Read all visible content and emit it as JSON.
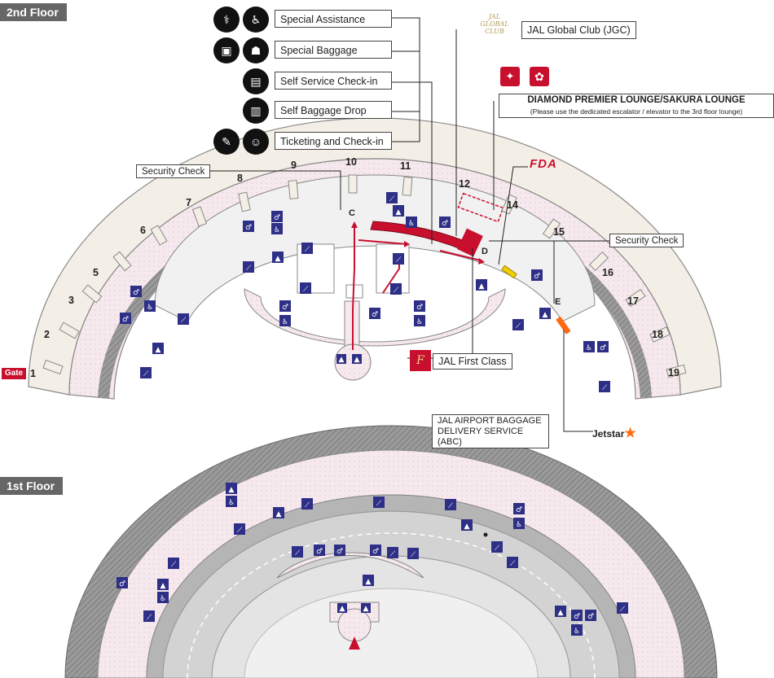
{
  "floors": {
    "second": {
      "label": "2nd Floor"
    },
    "first": {
      "label": "1st Floor"
    }
  },
  "legend": [
    {
      "label": "Special Assistance",
      "icons": [
        "wheelchair-icon",
        "assisted-walking-icon"
      ]
    },
    {
      "label": "Special Baggage",
      "icons": [
        "baggage-icon",
        "person-with-baggage-icon"
      ]
    },
    {
      "label": "Self Service Check-in",
      "icons": [
        "kiosk-icon"
      ]
    },
    {
      "label": "Self Baggage Drop",
      "icons": [
        "suitcase-icon"
      ]
    },
    {
      "label": "Ticketing and Check-in",
      "icons": [
        "ticket-icon",
        "check-in-counter-icon"
      ]
    }
  ],
  "labels": {
    "jgc": "JAL Global Club (JGC)",
    "jgc_logo": "JAL GLOBAL CLUB",
    "lounge_title": "DIAMOND PREMIER LOUNGE/SAKURA LOUNGE",
    "lounge_note": "(Please use the dedicated escalator / elevator to the 3rd floor lounge)",
    "security_left": "Security Check",
    "security_right": "Security Check",
    "first_class": "JAL First Class",
    "baggage_line1": "JAL AIRPORT BAGGAGE",
    "baggage_line2": "DELIVERY SERVICE",
    "baggage_line3": "(ABC)",
    "fda": "FDA",
    "jetstar": "Jetstar",
    "gate_badge": "Gate"
  },
  "gates": [
    "1",
    "2",
    "3",
    "5",
    "6",
    "7",
    "8",
    "9",
    "10",
    "11",
    "12",
    "14",
    "15",
    "16",
    "17",
    "18",
    "19"
  ],
  "areas": [
    "C",
    "D",
    "E"
  ],
  "colors": {
    "floor_tag": "#666666",
    "jal_red": "#c8102e",
    "facility_icon": "#2e2f86",
    "building_fill": "#f3e4ea",
    "wall_gray": "#8a8a8a",
    "road_gray": "#cfcfcf",
    "fda_yellow": "#f2d000",
    "jetstar_orange": "#ff6a13"
  }
}
